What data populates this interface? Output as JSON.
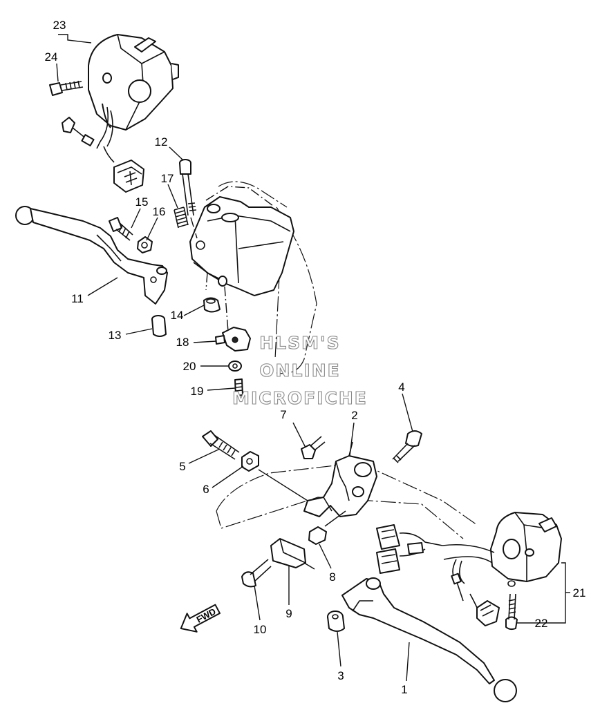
{
  "callouts": {
    "c1": "1",
    "c2": "2",
    "c3": "3",
    "c4": "4",
    "c5": "5",
    "c6": "6",
    "c7": "7",
    "c8": "8",
    "c9": "9",
    "c10": "10",
    "c11": "11",
    "c12": "12",
    "c13": "13",
    "c14": "14",
    "c15": "15",
    "c16": "16",
    "c17": "17",
    "c18": "18",
    "c19": "19",
    "c20": "20",
    "c21": "21",
    "c22": "22",
    "c23": "23",
    "c24": "24"
  },
  "watermark": {
    "line1": "HLSM'S",
    "line2": "ONLINE",
    "line3": "MICROFICHE"
  },
  "fwd_arrow": {
    "label": "FWD",
    "icon": "forward-arrow-icon"
  },
  "colors": {
    "ink": "#111111",
    "watermark_outline": "#8a8a8a",
    "background": "#ffffff"
  }
}
